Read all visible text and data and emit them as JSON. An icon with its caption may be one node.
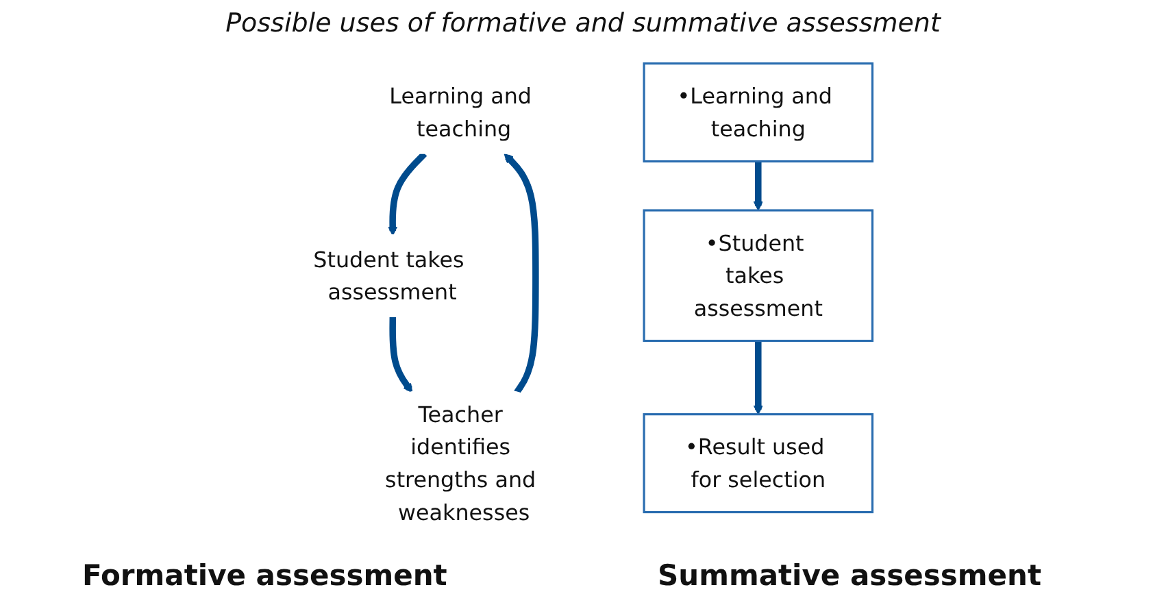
{
  "diagram": {
    "title": "Possible uses of formative and summative assessment",
    "nodes": [
      {
        "text": [
          "Learning and teaching"
        ]
      },
      {
        "text": [
          "Student takes assessment"
        ]
      },
      {
        "text": [
          "Teacher identifies strengths and weaknesses"
        ]
      },
      {
        "text": [
          "•Learning and teaching"
        ]
      },
      {
        "text": [
          "•Student takes assessment"
        ]
      },
      {
        "text": [
          "•Result used for selection"
        ]
      }
    ],
    "edges": [
      {
        "from": 0,
        "to": 1,
        "arrow": "to"
      },
      {
        "from": 1,
        "to": 2,
        "arrow": "to"
      },
      {
        "from": 2,
        "to": 0,
        "arrow": "to"
      },
      {
        "from": 3,
        "to": 4,
        "arrow": "to"
      },
      {
        "from": 4,
        "to": 5,
        "arrow": "to"
      }
    ],
    "labels": [
      "Formative assessment",
      "Summative assessment"
    ]
  }
}
